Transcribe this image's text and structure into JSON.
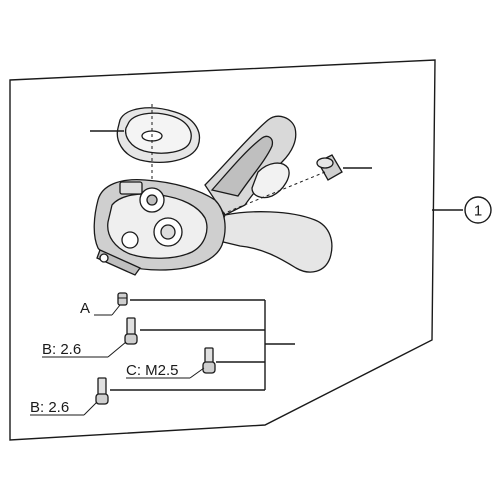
{
  "callout": {
    "number": "1"
  },
  "parts": [
    {
      "label": "A"
    },
    {
      "label": "B: 2.6"
    },
    {
      "label": "C: M2.5"
    },
    {
      "label": "B: 2.6"
    }
  ],
  "colors": {
    "line": "#1a1a1a",
    "shade": "#bfbfbf",
    "light": "#e6e6e6",
    "background": "#ffffff"
  }
}
